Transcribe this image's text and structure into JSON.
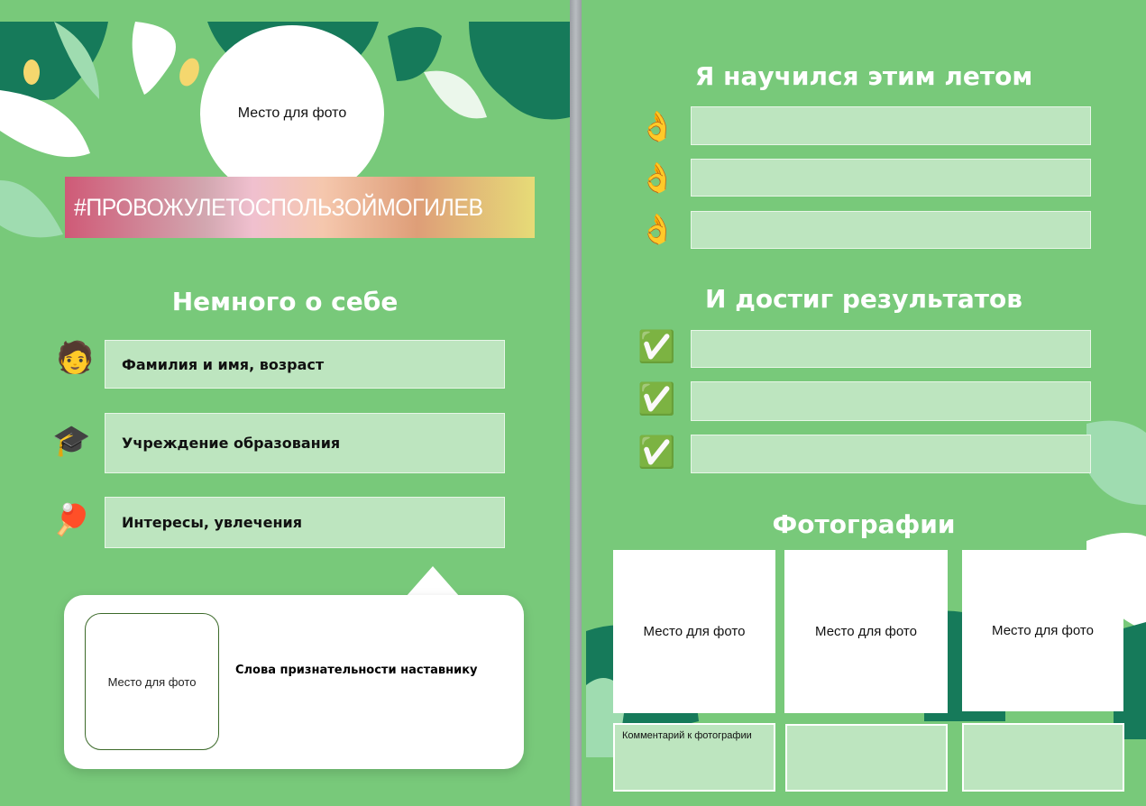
{
  "left_page": {
    "top_photo_placeholder": "Место для фото",
    "hashtag": "#ПРОВОЖУЛЕТОСПОЛЬЗОЙМОГИЛЕВ",
    "about_title": "Немного о себе",
    "about_fields": [
      {
        "icon": "person-emoji-icon",
        "glyph": "🧑",
        "label": "Фамилия и имя, возраст"
      },
      {
        "icon": "graduation-cap-emoji-icon",
        "glyph": "🎓",
        "label": "Учреждение образования"
      },
      {
        "icon": "ping-pong-emoji-icon",
        "glyph": "🏓",
        "label": "Интересы, увлечения"
      }
    ],
    "mentor": {
      "photo_placeholder": "Место для фото",
      "text": "Слова признательности наставнику"
    }
  },
  "right_page": {
    "learned_title": "Я научился этим летом",
    "learned_icon": "👌",
    "results_title": "И достиг результатов",
    "results_icon": "✅",
    "photos_title": "Фотографии",
    "photos": [
      {
        "placeholder": "Место для фото",
        "comment": "Комментарий к фотографии"
      },
      {
        "placeholder": "Место для фото",
        "comment": ""
      },
      {
        "placeholder": "Место для фото",
        "comment": ""
      }
    ]
  },
  "colors": {
    "background": "#78c97a",
    "field": "#bde5bf",
    "leaf_dark": "#167a5a",
    "leaf_light": "#9fdcb0"
  }
}
